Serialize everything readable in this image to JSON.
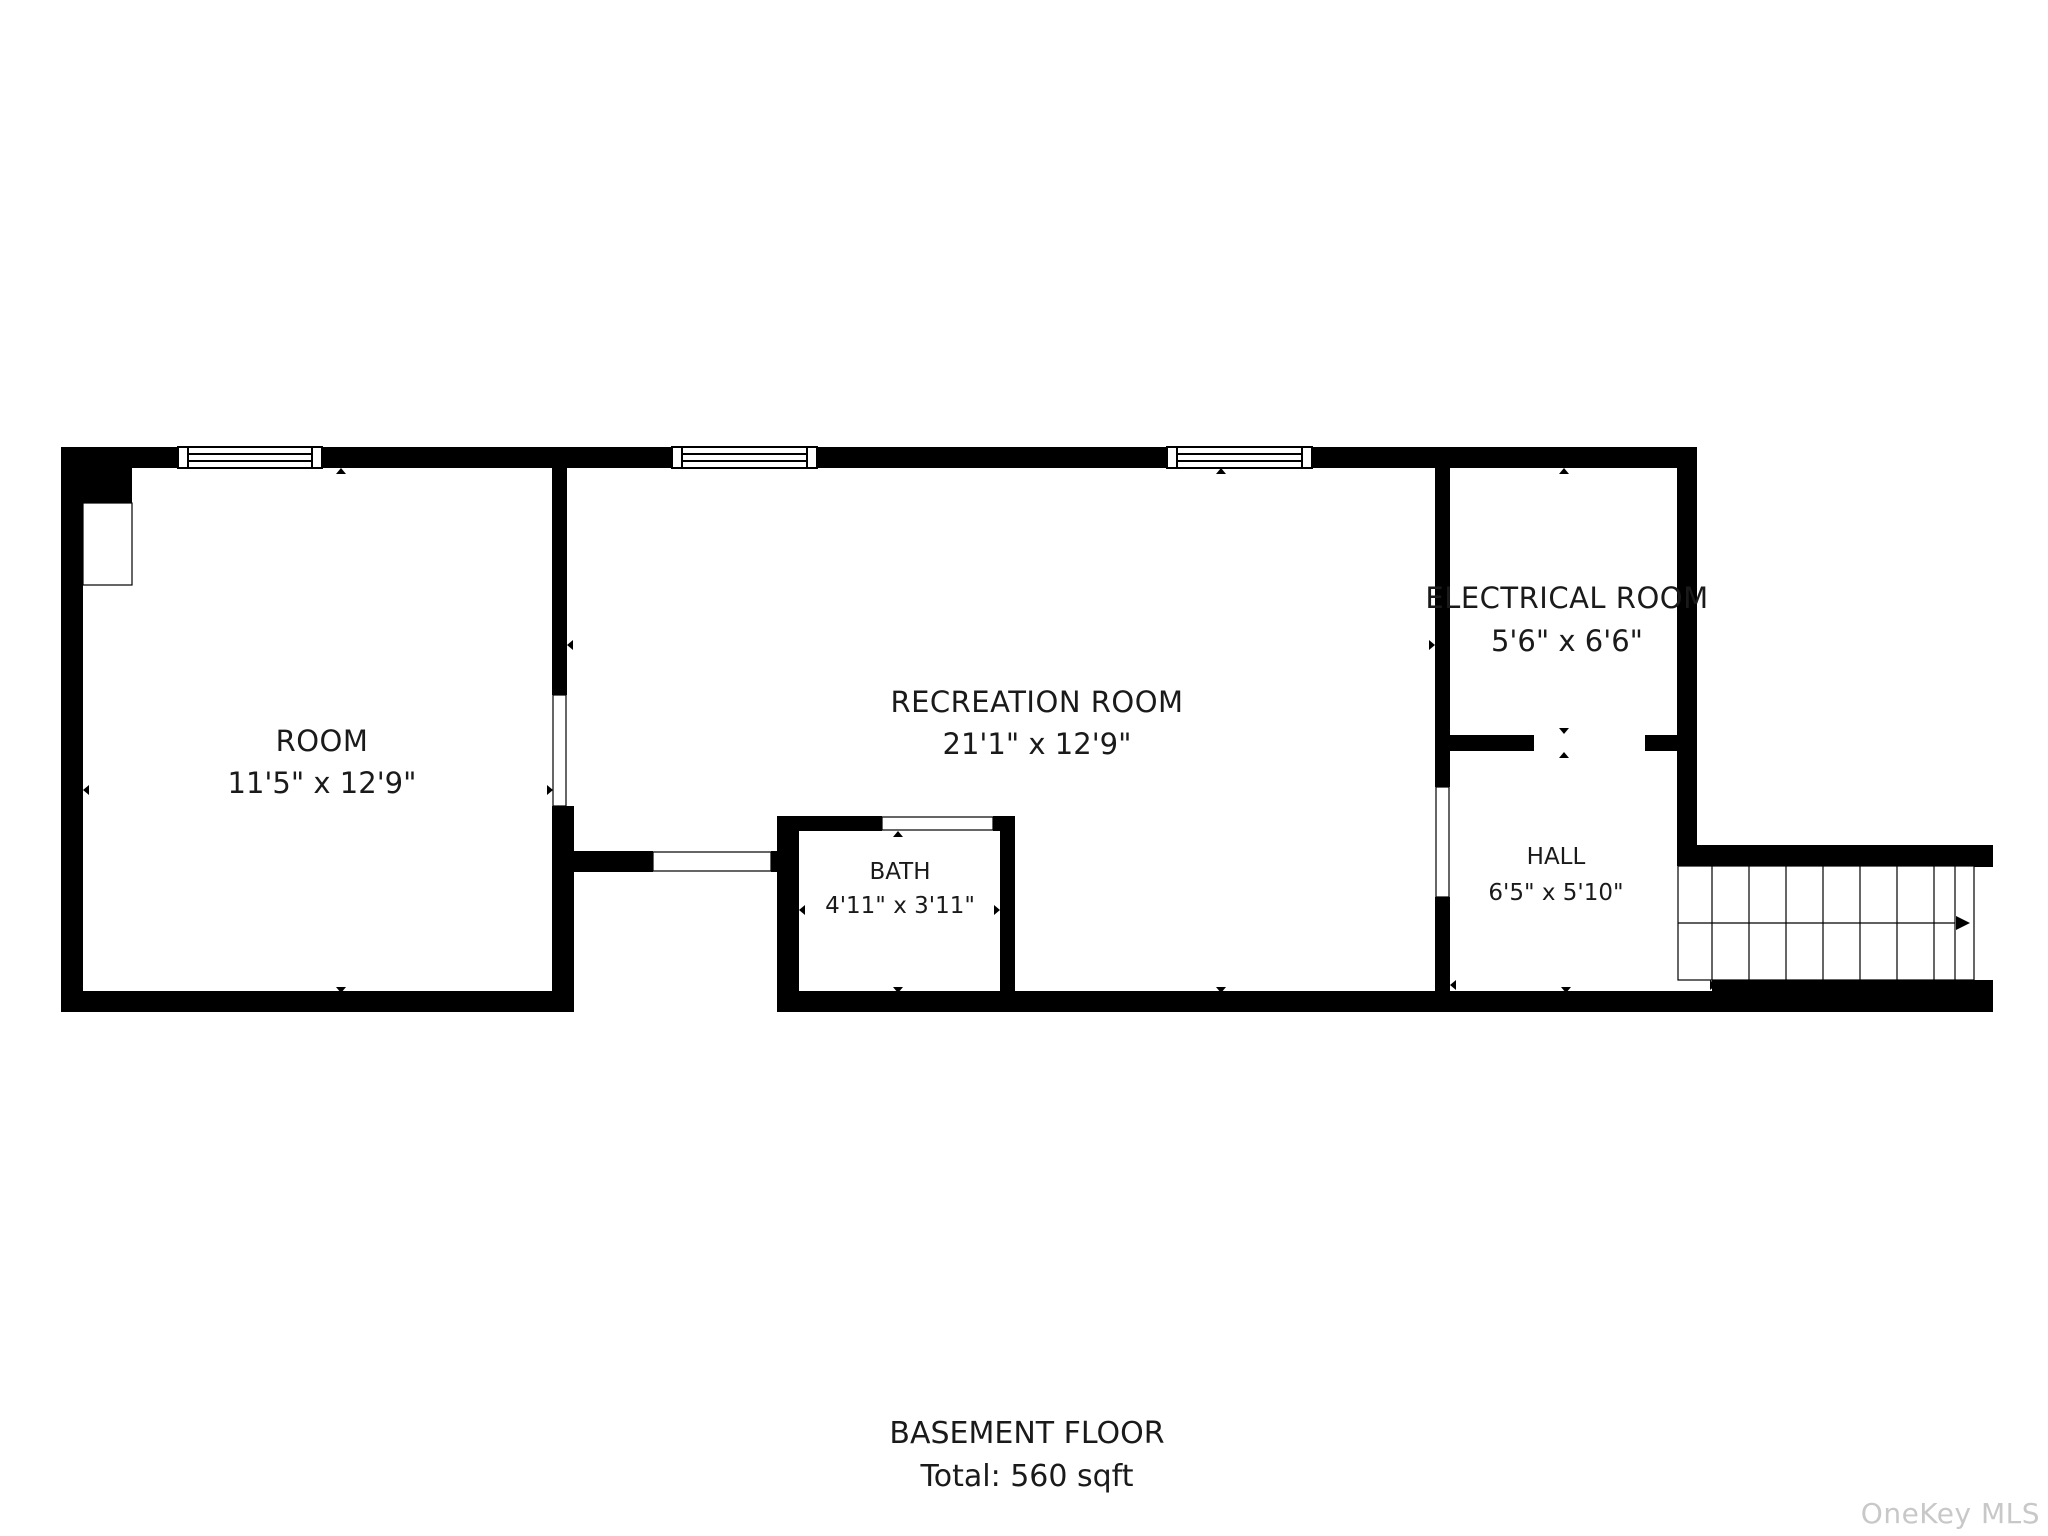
{
  "rooms": {
    "room": {
      "name": "ROOM",
      "dims": "11'5\" x 12'9\""
    },
    "recreation": {
      "name": "RECREATION ROOM",
      "dims": "21'1\" x 12'9\""
    },
    "electrical": {
      "name": "ELECTRICAL ROOM",
      "dims": "5'6\" x 6'6\""
    },
    "hall": {
      "name": "HALL",
      "dims": "6'5\" x 5'10\""
    },
    "bath": {
      "name": "BATH",
      "dims": "4'11\" x 3'11\""
    }
  },
  "floor": {
    "name": "BASEMENT FLOOR",
    "total": "Total: 560 sqft"
  },
  "watermark": "OneKey MLS",
  "colors": {
    "wall": "#000000",
    "background": "#ffffff",
    "text": "#1a1a1a",
    "watermark": "#c8c8c8"
  }
}
